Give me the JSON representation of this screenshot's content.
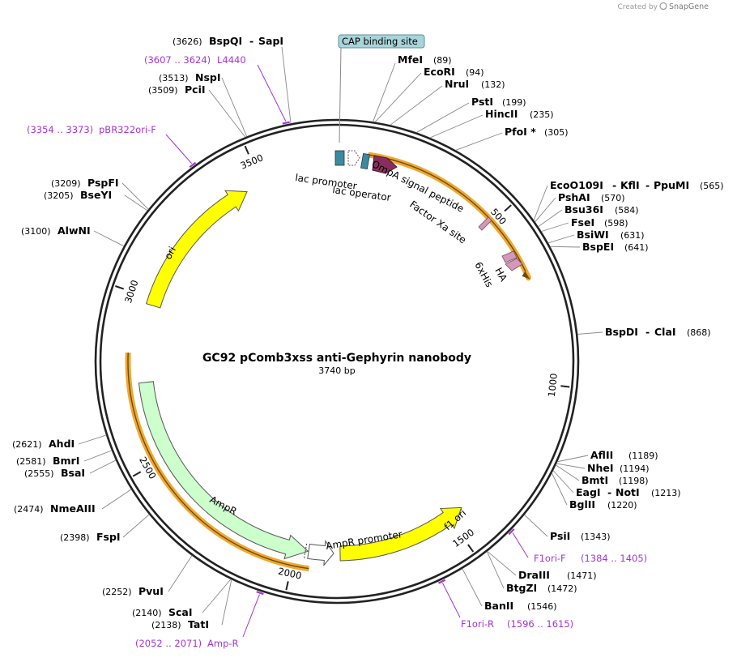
{
  "credit": {
    "prefix": "Created by",
    "brand": "SnapGene"
  },
  "plasmid": {
    "name": "GC92 pComb3xss anti-Gephyrin nanobody",
    "length_label": "3740 bp",
    "length": 3740
  },
  "colors": {
    "backbone": "#222222",
    "ori": "#ffff00",
    "f1_ori": "#ffff00",
    "ampr": "#ccffcc",
    "highlight": "#f0a830",
    "primer": "#a434d4",
    "ompa": "#8b2d5c",
    "tags": "#d499b9",
    "operator": "#3c8aa0"
  },
  "ticks": [
    {
      "label": "500",
      "pos": 500
    },
    {
      "label": "1000",
      "pos": 1000
    },
    {
      "label": "1500",
      "pos": 1500
    },
    {
      "label": "2000",
      "pos": 2000
    },
    {
      "label": "2500",
      "pos": 2500
    },
    {
      "label": "3000",
      "pos": 3000
    },
    {
      "label": "3500",
      "pos": 3500
    }
  ],
  "sites": [
    {
      "name": "MfeI",
      "position": "(89)"
    },
    {
      "name": "EcoRI",
      "position": "(94)"
    },
    {
      "name": "NruI",
      "position": "(132)"
    },
    {
      "name": "PstI",
      "position": "(199)"
    },
    {
      "name": "HincII",
      "position": "(235)"
    },
    {
      "name": "PfoI *",
      "position": "(305)"
    },
    {
      "name": "EcoO109I",
      "name2": "KflI",
      "name3": "PpuMI",
      "position": "(565)"
    },
    {
      "name": "PshAI",
      "position": "(570)"
    },
    {
      "name": "Bsu36I",
      "position": "(584)"
    },
    {
      "name": "FseI",
      "position": "(598)"
    },
    {
      "name": "BsiWI",
      "position": "(631)"
    },
    {
      "name": "BspEI",
      "position": "(641)"
    },
    {
      "name": "BspDI",
      "name2": "ClaI",
      "position": "(868)"
    },
    {
      "name": "AflII",
      "position": "(1189)"
    },
    {
      "name": "NheI",
      "position": "(1194)"
    },
    {
      "name": "BmtI",
      "position": "(1198)"
    },
    {
      "name": "EagI",
      "name2": "NotI",
      "position": "(1213)"
    },
    {
      "name": "BglII",
      "position": "(1220)"
    },
    {
      "name": "PsiI",
      "position": "(1343)"
    },
    {
      "name": "DraIII",
      "position": "(1471)"
    },
    {
      "name": "BtgZI",
      "position": "(1472)"
    },
    {
      "name": "BanII",
      "position": "(1546)"
    },
    {
      "name": "PvuI",
      "position": "(2252)"
    },
    {
      "name": "ScaI",
      "position": "(2140)"
    },
    {
      "name": "TatI",
      "position": "(2138)"
    },
    {
      "name": "FspI",
      "position": "(2398)"
    },
    {
      "name": "NmeAIII",
      "position": "(2474)"
    },
    {
      "name": "BsaI",
      "position": "(2555)"
    },
    {
      "name": "BmrI",
      "position": "(2581)"
    },
    {
      "name": "AhdI",
      "position": "(2621)"
    },
    {
      "name": "AlwNI",
      "position": "(3100)"
    },
    {
      "name": "BseYI",
      "position": "(3205)"
    },
    {
      "name": "PspFI",
      "position": "(3209)"
    },
    {
      "name": "PciI",
      "position": "(3509)"
    },
    {
      "name": "NspI",
      "position": "(3513)"
    },
    {
      "name": "BspQI",
      "name2": "SapI",
      "position": "(3626)"
    }
  ],
  "primers": [
    {
      "name": "L4440",
      "range": "(3607 .. 3624)"
    },
    {
      "name": "pBR322ori-F",
      "range": "(3354 .. 3373)"
    },
    {
      "name": "F1ori-F",
      "range": "(1384 .. 1405)"
    },
    {
      "name": "F1ori-R",
      "range": "(1596 .. 1615)"
    },
    {
      "name": "Amp-R",
      "range": "(2052 .. 2071)"
    }
  ],
  "features": {
    "cap_binding_site": "CAP binding site",
    "lac_promoter": "lac promoter",
    "lac_operator": "lac operator",
    "ompa": "OmpA signal peptide",
    "factor_xa": "Factor Xa site",
    "his": "6xHis",
    "ha": "HA",
    "ori": "ori",
    "ampr": "AmpR",
    "ampr_promoter": "AmpR promoter",
    "f1_ori": "f1 ori"
  }
}
